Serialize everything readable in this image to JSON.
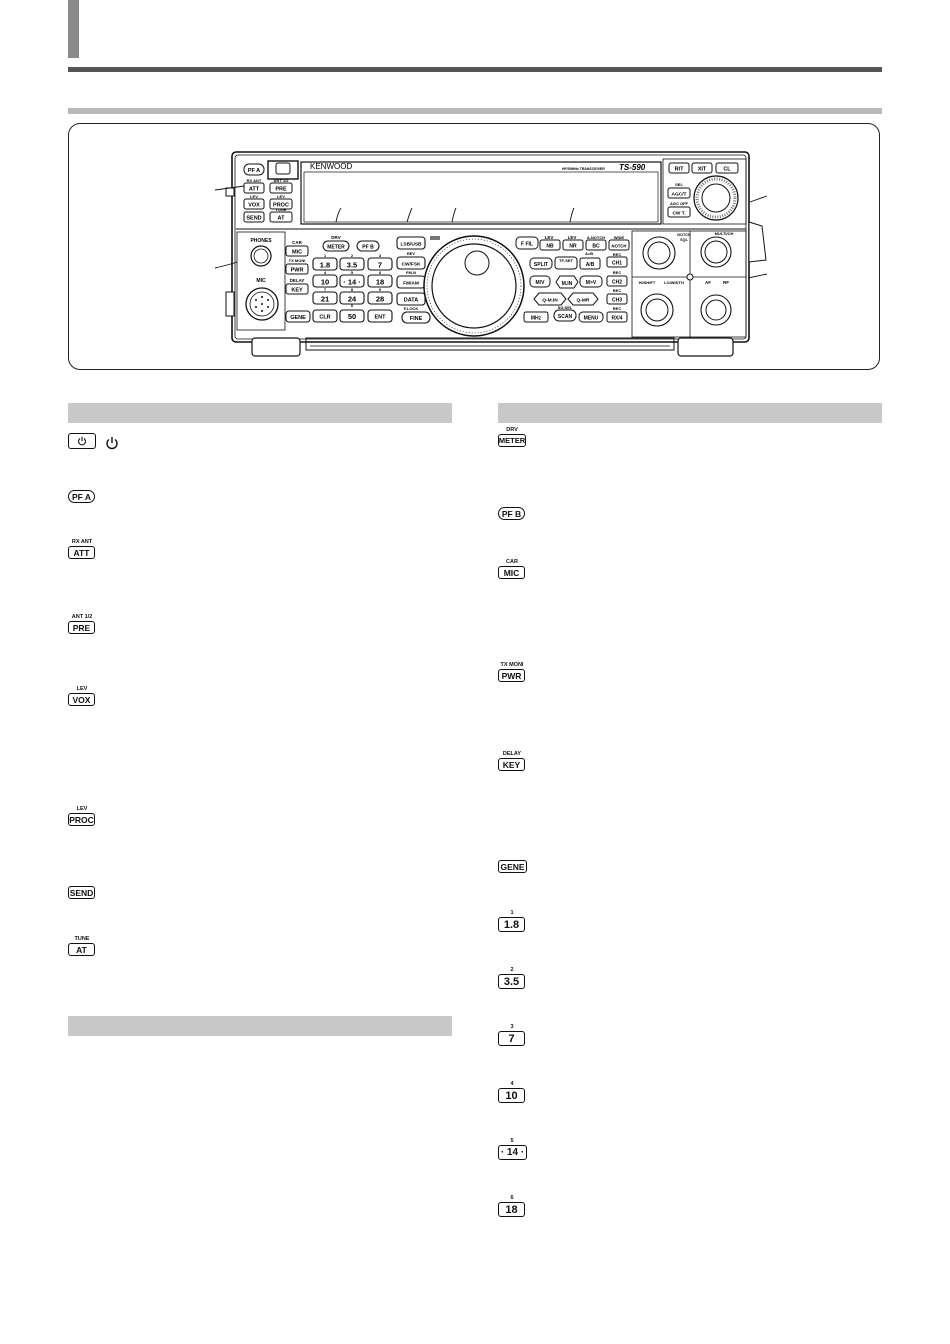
{
  "panel": {
    "brand": "KENWOOD",
    "model": "TS-590",
    "subtitle": "HF/50MHz TRANSCEIVER",
    "keys": {
      "pfa": "PF A",
      "att": "ATT",
      "pre": "PRE",
      "vox": "VOX",
      "proc": "PROC",
      "send": "SEND",
      "at": "AT",
      "rxant": "RX ANT",
      "ant12": "ANT 1/2",
      "lev": "LEV",
      "tune": "TUNE",
      "phones": "PHONES",
      "mic": "MIC",
      "car": "CAR",
      "mic_key": "MIC",
      "txmoni": "TX MONI",
      "pwr": "PWR",
      "delay": "DELAY",
      "key": "KEY",
      "gene": "GENE",
      "drv": "DRV",
      "meter": "METER",
      "pfb": "PF B",
      "b18": "1.8",
      "b35": "3.5",
      "b7": "7",
      "b10": "10",
      "b14": "· 14 ·",
      "b18m": "18",
      "b21": "21",
      "b24": "24",
      "b28": "28",
      "clr": "CLR",
      "b50": "50",
      "ent": "ENT",
      "n1": "1",
      "n2": "2",
      "n3": "3",
      "n4": "4",
      "n5": "5",
      "n6": "6",
      "n7": "7",
      "n8": "8",
      "n9": "9",
      "n0": "0",
      "lsbusb": "LSB/USB",
      "rev": "REV",
      "cwfsk": "CW/FSK",
      "fmn": "FM-N",
      "fmam": "FM/AM",
      "data": "DATA",
      "flock": "F.LOCK",
      "fine": "FINE",
      "ffil": "F FIL",
      "nb": "NB",
      "nr": "NR",
      "bc": "BC",
      "notch": "NOTCH",
      "anotch": "A.NOTCH",
      "wide": "WIDE",
      "split": "SPLIT",
      "tfset": "TF-SET",
      "ab": "A/B",
      "ab2": "A=B",
      "rec": "REC",
      "ch1": "CH1",
      "ch2": "CH2",
      "ch3": "CH3",
      "rx4": "RX/4",
      "mv": "M/V",
      "min": "M.IN",
      "mgtv": "M>V",
      "qmin": "Q-M.IN",
      "qmr": "Q-MR",
      "mhz": "MHz",
      "scan": "SCAN",
      "menu": "MENU",
      "sgsel": "SG.SEL",
      "rit": "RIT",
      "xit": "XIT",
      "cl": "CL",
      "sel": "SEL",
      "agct": "AGC/T",
      "agcoff": "AGC OFF",
      "cwt": "CW T.",
      "notchlbl": "NOTCH",
      "sql": "SQL",
      "highshift": "HI/SHIFT",
      "lowidth": "LO/WIDTH",
      "af": "AF",
      "rf": "RF",
      "multich": "MULTI/CH"
    }
  },
  "left_items": {
    "pfa": "PF A",
    "rxant": "RX ANT",
    "att": "ATT",
    "ant12": "ANT 1/2",
    "pre": "PRE",
    "lev1": "LEV",
    "vox": "VOX",
    "lev2": "LEV",
    "proc": "PROC",
    "send": "SEND",
    "tune": "TUNE",
    "at": "AT"
  },
  "right_items": {
    "drv": "DRV",
    "meter": "METER",
    "pfb": "PF B",
    "car": "CAR",
    "mic": "MIC",
    "txmoni": "TX MONI",
    "pwr": "PWR",
    "delay": "DELAY",
    "key": "KEY",
    "gene": "GENE",
    "n1": "1",
    "k18": "1.8",
    "n2": "2",
    "k35": "3.5",
    "n3": "3",
    "k7": "7",
    "n4": "4",
    "k10": "10",
    "n5": "5",
    "k14": "· 14 ·",
    "n6": "6",
    "k18m": "18"
  }
}
